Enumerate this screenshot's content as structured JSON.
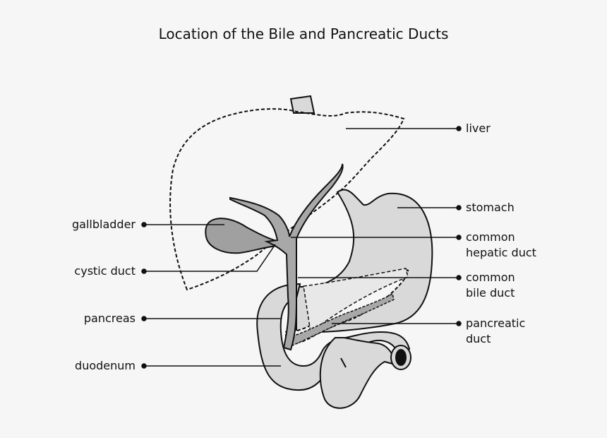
{
  "title": "Location of the Bile and Pancreatic Ducts",
  "labels": {
    "liver": {
      "line1": "liver"
    },
    "stomach": {
      "line1": "stomach"
    },
    "common_hepatic_duct": {
      "line1": "common",
      "line2": "hepatic duct"
    },
    "common_bile_duct": {
      "line1": "common",
      "line2": "bile duct"
    },
    "pancreatic_duct": {
      "line1": "pancreatic",
      "line2": "duct"
    },
    "gallbladder": {
      "line1": "gallbladder"
    },
    "cystic_duct": {
      "line1": "cystic duct"
    },
    "pancreas": {
      "line1": "pancreas"
    },
    "duodenum": {
      "line1": "duodenum"
    }
  },
  "colors": {
    "organ_fill": "#d9d9d9",
    "duct_fill": "#a8a8a8",
    "gallbladder_fill": "#a0a0a0",
    "outline": "#111111",
    "background": "#f6f6f6"
  }
}
